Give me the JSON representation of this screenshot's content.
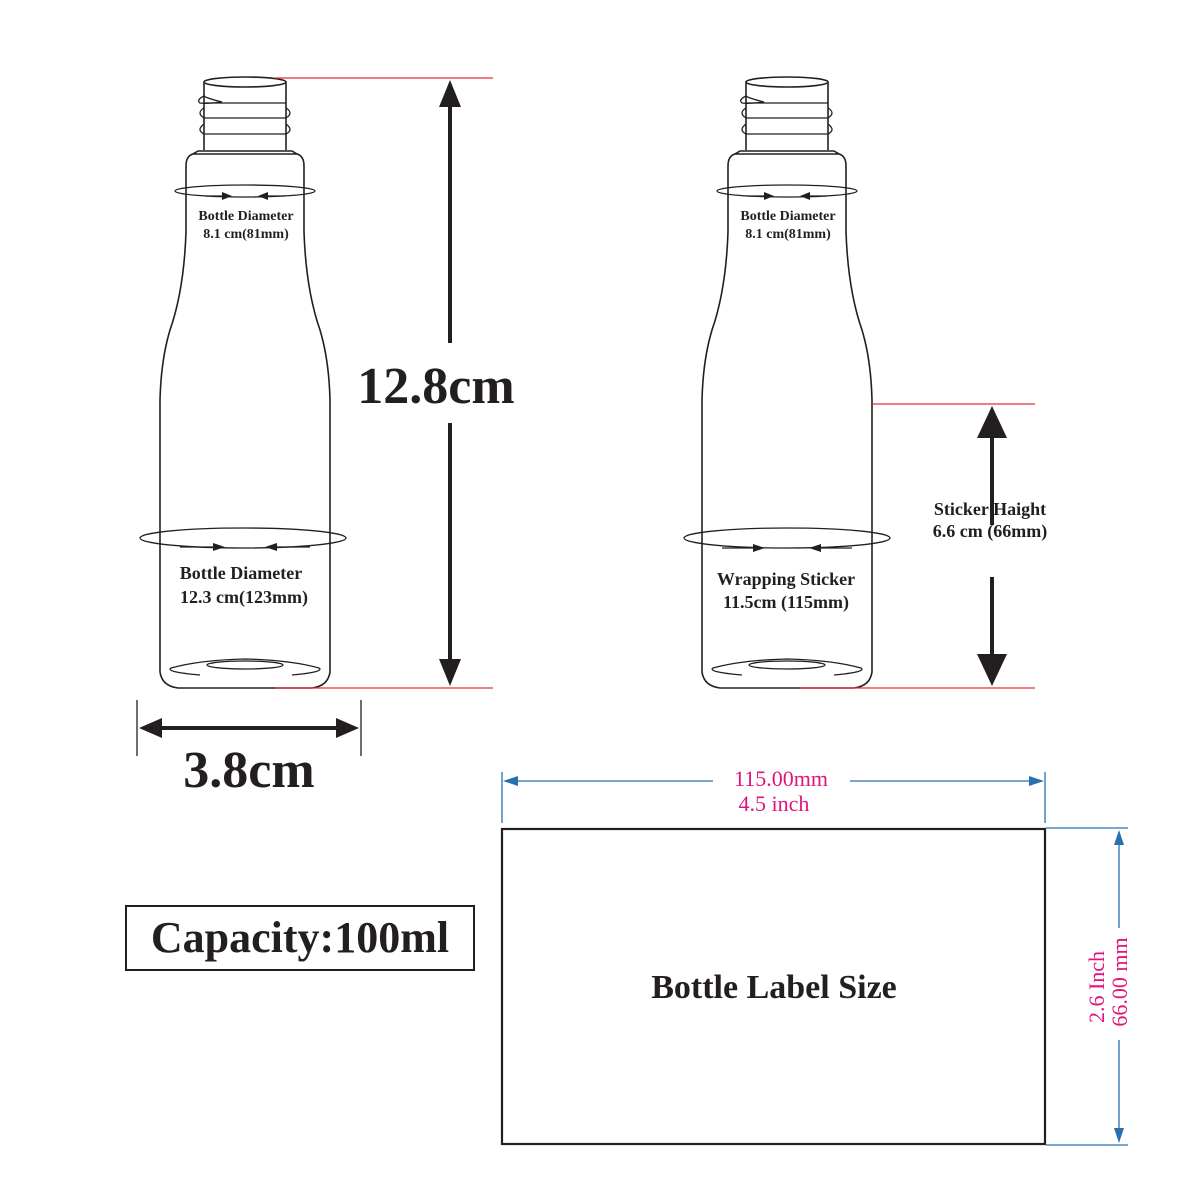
{
  "colors": {
    "ink": "#231f20",
    "reference_line": "#e0303a",
    "dimension_line": "#2a6fae",
    "dimension_text": "#e0147a",
    "background": "#ffffff"
  },
  "left_bottle": {
    "neck_label": {
      "line1": "Bottle Diameter",
      "line2": "8.1 cm(81mm)"
    },
    "body_label": {
      "line1": "Bottle Diameter",
      "line2": "12.3 cm(123mm)"
    },
    "height_dimension": "12.8cm",
    "width_dimension": "3.8cm"
  },
  "right_bottle": {
    "neck_label": {
      "line1": "Bottle Diameter",
      "line2": "8.1 cm(81mm)"
    },
    "body_label": {
      "line1": "Wrapping Sticker",
      "line2": "11.5cm (115mm)"
    },
    "sticker_height": {
      "line1": "Sticker Haight",
      "line2": "6.6 cm (66mm)"
    }
  },
  "capacity": {
    "label": "Capacity:100ml"
  },
  "label_size": {
    "title": "Bottle Label Size",
    "width_mm": "115.00mm",
    "width_inch": "4.5 inch",
    "height_inch": "2.6 Inch",
    "height_mm": "66.00 mm"
  }
}
